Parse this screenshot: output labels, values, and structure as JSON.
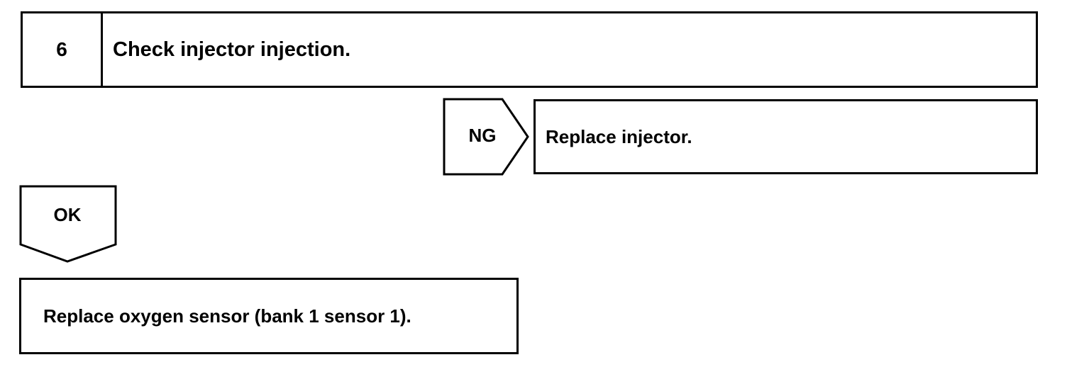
{
  "step": {
    "number": "6",
    "title": "Check injector injection."
  },
  "ng_branch": {
    "label": "NG",
    "action": "Replace injector."
  },
  "ok_branch": {
    "label": "OK",
    "action": "Replace oxygen sensor (bank 1 sensor 1)."
  },
  "colors": {
    "line": "#000000",
    "background": "#ffffff"
  }
}
